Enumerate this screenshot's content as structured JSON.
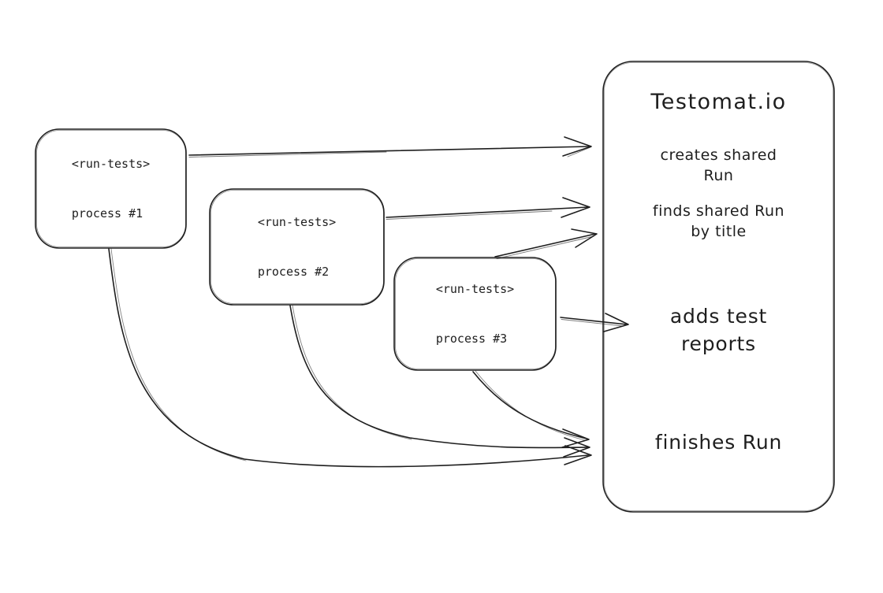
{
  "diagram": {
    "background_color": "#ffffff",
    "stroke_color": "#1e1e1e",
    "nodes": [
      {
        "id": "process-1",
        "line1": "<run-tests>",
        "line2": "process #1"
      },
      {
        "id": "process-2",
        "line1": "<run-tests>",
        "line2": "process #2"
      },
      {
        "id": "process-3",
        "line1": "<run-tests>",
        "line2": "process #3"
      }
    ],
    "testomat": {
      "title": "Testomat.io",
      "actions": [
        {
          "line1": "creates shared",
          "line2": "Run"
        },
        {
          "line1": "finds shared Run",
          "line2": "by title"
        },
        {
          "line1": "adds test",
          "line2": "reports"
        },
        {
          "line1": "finishes Run",
          "line2": ""
        }
      ]
    },
    "edges": [
      {
        "from": "process-1",
        "to": "creates shared Run"
      },
      {
        "from": "process-2",
        "to": "finds shared Run by title"
      },
      {
        "from": "process-3",
        "to": "finds shared Run by title"
      },
      {
        "from": "process-3",
        "to": "adds test reports"
      },
      {
        "from": "process-1",
        "to": "finishes Run"
      },
      {
        "from": "process-2",
        "to": "finishes Run"
      },
      {
        "from": "process-3",
        "to": "finishes Run"
      }
    ]
  }
}
